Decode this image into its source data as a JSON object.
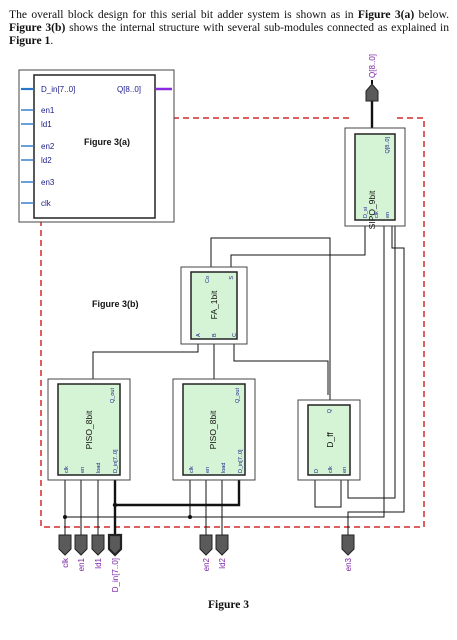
{
  "intro": {
    "p1": "The overall block design for this serial bit adder system is shown as in ",
    "p2": "Figure 3(a)",
    "p3": " below. ",
    "p4": "Figure 3(b)",
    "p5": " shows the internal structure with several sub-modules connected as explained in ",
    "p6": "Figure 1",
    "p7": "."
  },
  "fig3a": {
    "label": "Figure 3(a)",
    "port_d_in": "D_in[7..0]",
    "port_q": "Q[8..0]",
    "port_en1": "en1",
    "port_ld1": "ld1",
    "port_en2": "en2",
    "port_ld2": "ld2",
    "port_en3": "en3",
    "port_clk": "clk"
  },
  "fig3b": {
    "label": "Figure 3(b)",
    "piso1": {
      "name": "PISO_8bit",
      "out": "Q_out",
      "clk": "clk",
      "en": "en",
      "load": "load",
      "d_in": "D_in[7..0]"
    },
    "piso2": {
      "name": "PISO_8bit",
      "out": "Q_out",
      "clk": "clk",
      "en": "en",
      "load": "load",
      "d_in": "D_in[7..0]"
    },
    "fa": {
      "name": "FA_1bit",
      "co": "Co",
      "s": "S",
      "a": "A",
      "b": "B",
      "c": "C"
    },
    "dff": {
      "name": "D_ff",
      "q": "Q",
      "d": "D",
      "clk": "clk",
      "en": "en"
    },
    "sipo": {
      "name": "SIPO_9bit",
      "out": "Q[8..0]",
      "d_si": "D_si",
      "clk": "clk",
      "en": "en"
    },
    "pins": {
      "clk": "clk",
      "en1": "en1",
      "ld1": "ld1",
      "d_in": "D_in[7..0]",
      "en2": "en2",
      "ld2": "ld2",
      "en3": "en3",
      "q": "Q[8..0]"
    }
  },
  "caption": "Figure 3",
  "colors": {
    "block_fill": "#d5f3d5",
    "block_border": "#222222",
    "pin_fill": "#5a5a5a",
    "port_tick": "#2a77c9",
    "output_bus": "#8a2be2",
    "pin_label": "#7a1fa2",
    "boundary": "#d42a2a"
  }
}
